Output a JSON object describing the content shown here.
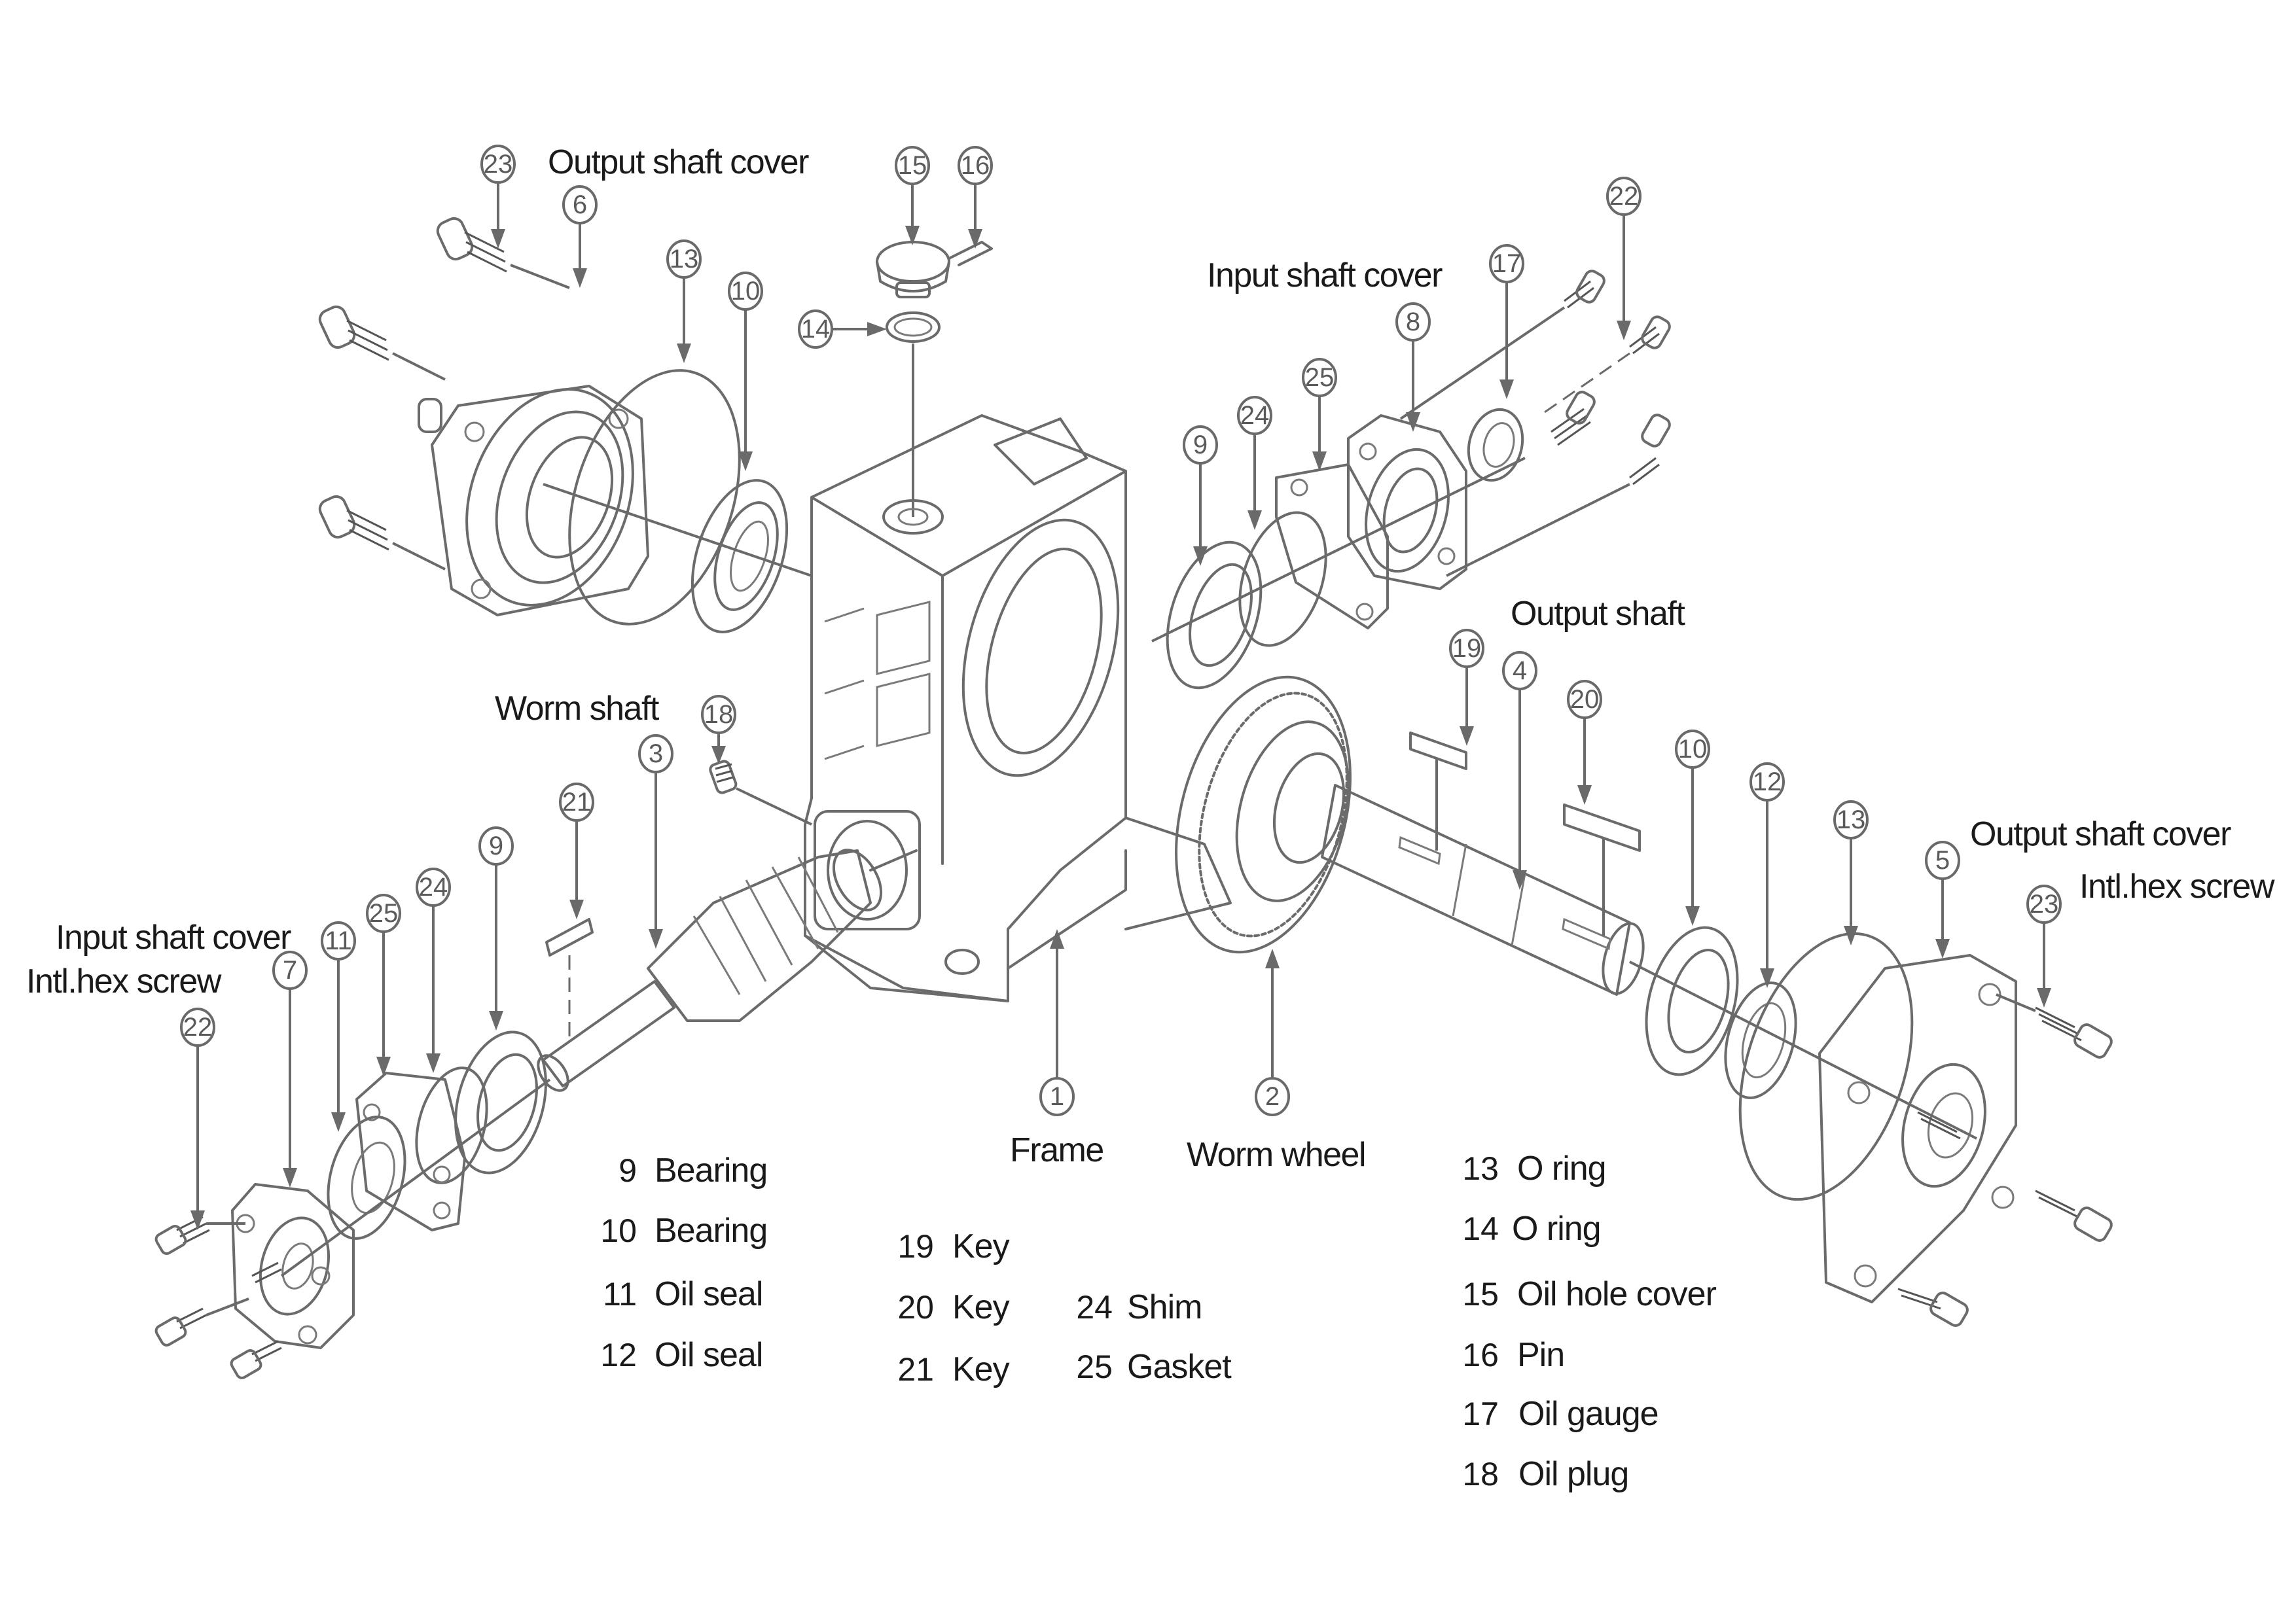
{
  "title_labels": {
    "output_shaft_cover_top": "Output shaft cover",
    "input_shaft_cover_top": "Input shaft cover",
    "output_shaft": "Output shaft",
    "worm_shaft": "Worm shaft",
    "output_shaft_cover_right": "Output shaft cover",
    "intl_hex_screw_right": "Intl.hex screw",
    "input_shaft_cover_left": "Input shaft cover",
    "intl_hex_screw_left": "Intl.hex screw",
    "frame": "Frame",
    "worm_wheel": "Worm wheel"
  },
  "callouts": {
    "c23_top": "23",
    "c6": "6",
    "c15": "15",
    "c16": "16",
    "c14": "14",
    "c13_top": "13",
    "c10_top": "10",
    "c17": "17",
    "c22_top": "22",
    "c8": "8",
    "c25_top": "25",
    "c24_top": "24",
    "c9_top": "9",
    "c19": "19",
    "c4": "4",
    "c20": "20",
    "c10_right": "10",
    "c12": "12",
    "c13_right": "13",
    "c5": "5",
    "c23_right": "23",
    "c18": "18",
    "c3": "3",
    "c21": "21",
    "c9_left": "9",
    "c24_left": "24",
    "c25_left": "25",
    "c11": "11",
    "c7": "7",
    "c22_left": "22",
    "c1": "1",
    "c2": "2"
  },
  "legend": {
    "col1": [
      {
        "num": "9",
        "name": "Bearing"
      },
      {
        "num": "10",
        "name": "Bearing"
      },
      {
        "num": "11",
        "name": "Oil seal"
      },
      {
        "num": "12",
        "name": "Oil seal"
      }
    ],
    "col2": [
      {
        "num": "19",
        "name": "Key"
      },
      {
        "num": "20",
        "name": "Key"
      },
      {
        "num": "21",
        "name": "Key"
      }
    ],
    "col3": [
      {
        "num": "24",
        "name": "Shim"
      },
      {
        "num": "25",
        "name": "Gasket"
      }
    ],
    "col4": [
      {
        "num": "13",
        "name": "O ring"
      },
      {
        "num": "14",
        "name": "O ring"
      },
      {
        "num": "15",
        "name": "Oil hole cover"
      },
      {
        "num": "16",
        "name": "Pin"
      },
      {
        "num": "17",
        "name": "Oil gauge"
      },
      {
        "num": "18",
        "name": "Oil plug"
      }
    ]
  },
  "colors": {
    "line": "#6b6b6b",
    "text": "#1a1a1a",
    "background": "#ffffff"
  }
}
